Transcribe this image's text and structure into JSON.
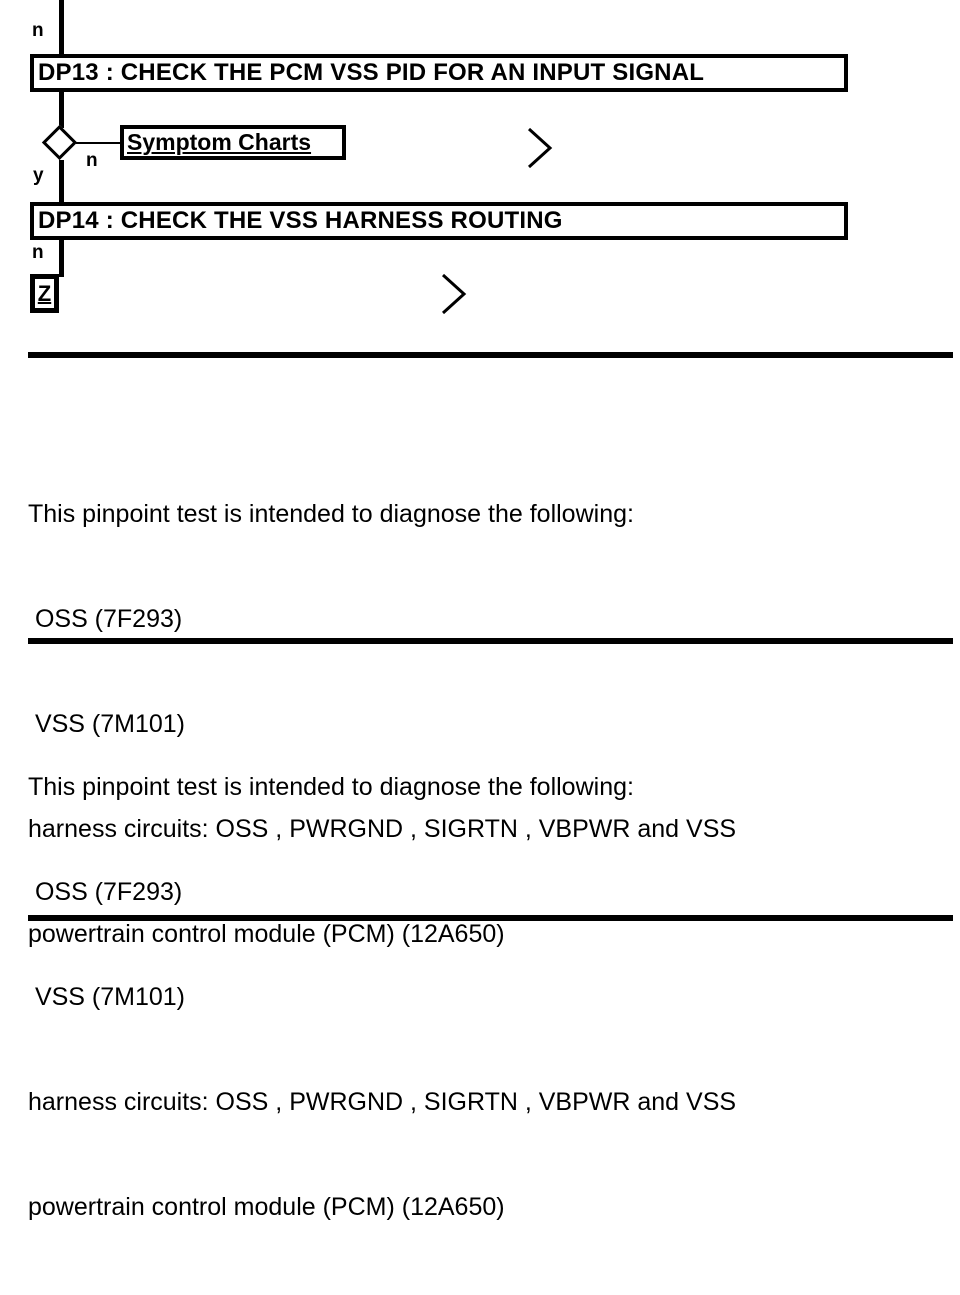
{
  "document": {
    "type": "pinpoint-test-flowchart"
  },
  "flowchart": {
    "top_branch_letter": "n",
    "steps": [
      {
        "id": "DP13",
        "label": "DP13 : CHECK THE PCM VSS PID FOR AN INPUT SIGNAL"
      },
      {
        "id": "DP14",
        "label": "DP14 : CHECK THE VSS HARNESS ROUTING"
      }
    ],
    "decision": {
      "yes_letter": "y",
      "no_letter": "n",
      "link_label": "Symptom Charts"
    },
    "lower_branch_letter": "n",
    "connector_tag": "Z",
    "chevrons": [
      {
        "name": "chevron-right-1"
      },
      {
        "name": "chevron-right-2"
      }
    ]
  },
  "sections": [
    {
      "heading": "This pinpoint test is intended to diagnose the following:",
      "lines": [
        " OSS (7F293)",
        " VSS (7M101)",
        "harness circuits: OSS , PWRGND , SIGRTN , VBPWR and VSS",
        "powertrain control module (PCM) (12A650)"
      ]
    },
    {
      "heading": "This pinpoint test is intended to diagnose the following:",
      "lines": [
        " OSS (7F293)",
        " VSS (7M101)",
        "harness circuits: OSS , PWRGND , SIGRTN , VBPWR and VSS",
        "powertrain control module (PCM) (12A650)"
      ]
    }
  ],
  "colors": {
    "ink": "#000000",
    "paper": "#ffffff"
  }
}
